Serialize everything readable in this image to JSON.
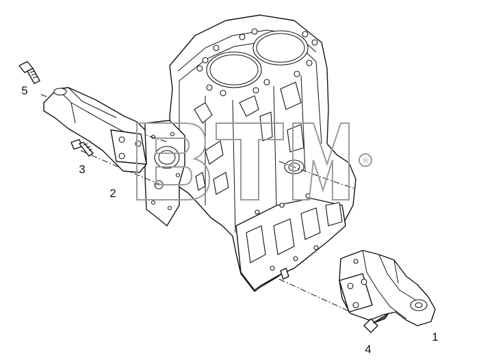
{
  "diagram": {
    "watermark": {
      "text": "BTM",
      "registered_mark": "®",
      "color": "#9a9a9a"
    },
    "callouts": [
      {
        "id": "1",
        "label": "1"
      },
      {
        "id": "2",
        "label": "2"
      },
      {
        "id": "3",
        "label": "3"
      },
      {
        "id": "4",
        "label": "4"
      },
      {
        "id": "5",
        "label": "5"
      }
    ]
  }
}
